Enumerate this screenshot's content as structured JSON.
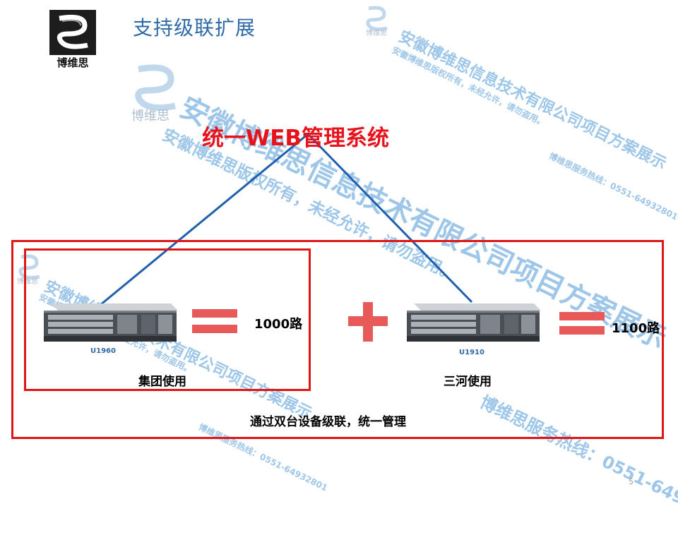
{
  "brand": {
    "name": "博维思"
  },
  "slide": {
    "title": "支持级联扩展",
    "web_title": "统一WEB管理系统",
    "page_number": "5"
  },
  "devices": [
    {
      "model": "U1960",
      "usage": "集团使用",
      "capacity": "1000路"
    },
    {
      "model": "U1910",
      "usage": "三河使用",
      "capacity": "1100路"
    }
  ],
  "caption": "通过双台设备级联，统一管理",
  "watermark": {
    "company": "安徽博维思信息技术有限公司项目方案展示",
    "notice": "安徽博维思版权所有，未经允许，请勿盗用。",
    "hotline": "博维思服务热线：0551-64932801"
  },
  "colors": {
    "title_blue": "#2f6aa8",
    "web_red": "#e8121c",
    "frame_red": "#e01515",
    "symbol_red": "#e85a5a",
    "line_blue": "#1f5fae",
    "watermark_blue": "#6aa9de"
  }
}
